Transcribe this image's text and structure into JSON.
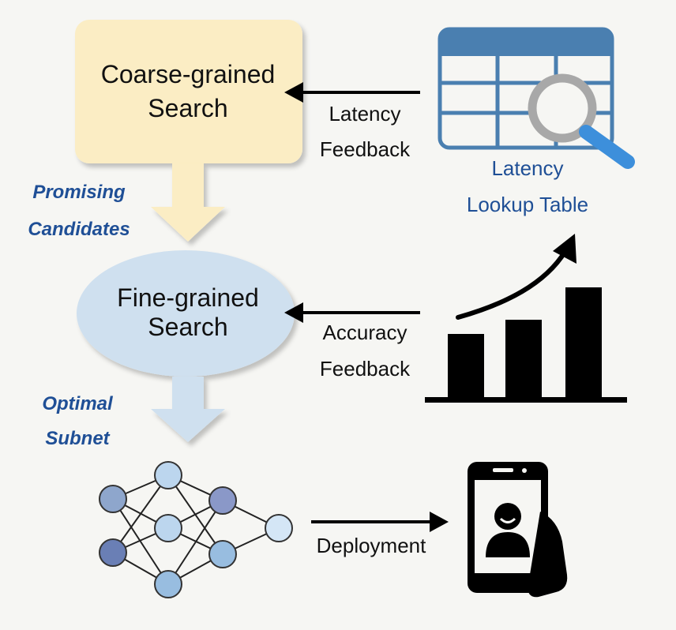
{
  "coarse_search": {
    "line1": "Coarse-grained",
    "line2": "Search"
  },
  "fine_search": {
    "line1": "Fine-grained",
    "line2": "Search"
  },
  "promising_candidates": {
    "line1": "Promising",
    "line2": "Candidates"
  },
  "optimal_subnet": {
    "line1": "Optimal",
    "line2": "Subnet"
  },
  "latency_feedback": {
    "line1": "Latency",
    "line2": "Feedback"
  },
  "accuracy_feedback": {
    "line1": "Accuracy",
    "line2": "Feedback"
  },
  "latency_table": {
    "line1": "Latency",
    "line2": "Lookup Table"
  },
  "deployment": {
    "label": "Deployment"
  },
  "colors": {
    "coarse_box": "#fbedc4",
    "fine_ellipse": "#cfe0ef",
    "blue_label": "#1f4f96",
    "table_blue": "#4a7fb0",
    "magnifier_blue": "#3d8fdb"
  },
  "icons": [
    "latency-lookup-table-icon",
    "magnifier-icon",
    "bar-chart-icon",
    "trend-arrow-icon",
    "neural-network-icon",
    "smartphone-icon"
  ]
}
